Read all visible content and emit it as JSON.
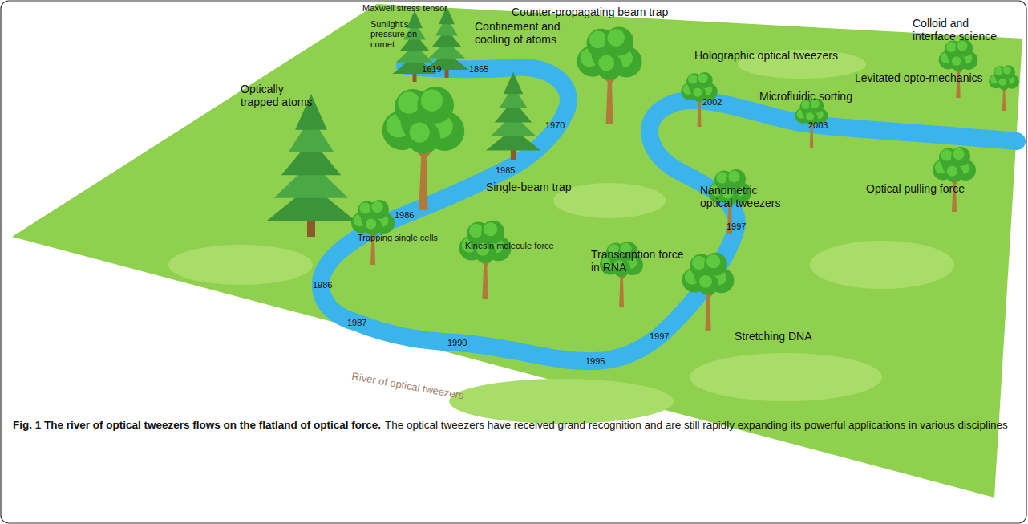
{
  "diagram": {
    "title": "Fig. 1 The river of optical tweezers flows on the flatland of optical force.",
    "caption": "The optical tweezers have received grand recognition and are still rapidly expanding its powerful applications in various disciplines",
    "labels": [
      "Maxwell stress tensor",
      "Sunlight's pressure on comet",
      "Counter-propagating beam trap",
      "Confinement and cooling of atoms",
      "Holographic optical tweezers",
      "Colloid and interface science",
      "Levitated opto-mechanics",
      "Microfluidic sorting",
      "Optically trapped atoms",
      "1619",
      "1865",
      "1970",
      "2002",
      "2003",
      "1985",
      "1986",
      "Single-beam trap",
      "Nanometric optical tweezers",
      "Optical pulling force",
      "1997",
      "Trapping single cells",
      "Kinesin molecule force",
      "Transcription force in RNA",
      "1986",
      "1987",
      "1990",
      "1995",
      "1997",
      "Stretching DNA",
      "River of optical tweezers"
    ]
  }
}
